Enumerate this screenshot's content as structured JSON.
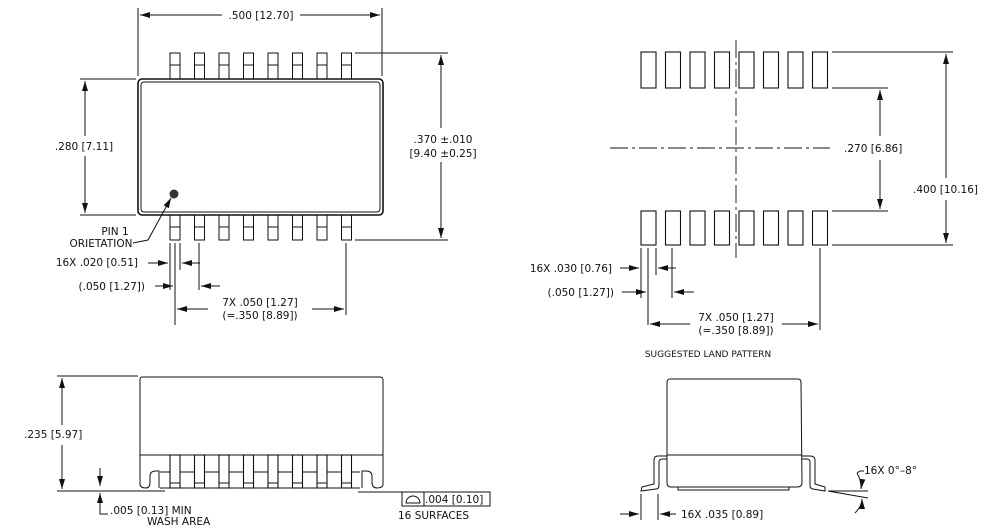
{
  "top_view": {
    "width_dim": ".500 [12.70]",
    "body_height_dim": ".280 [7.11]",
    "overall_dim_line1": ".370 ±.010",
    "overall_dim_line2": "[9.40 ±0.25]",
    "pin1_line1": "PIN 1",
    "pin1_line2": "ORIETATION",
    "lead_width_dim": "16X .020 [0.51]",
    "pitch_ref_dim": "(.050 [1.27])",
    "pitch_total_line1": "7X .050 [1.27]",
    "pitch_total_line2": "(=.350 [8.89])"
  },
  "land_pattern": {
    "inner_dim": ".270 [6.86]",
    "outer_dim": ".400 [10.16]",
    "pad_width_dim": "16X .030 [0.76]",
    "pitch_ref_dim": "(.050 [1.27])",
    "pitch_total_line1": "7X .050 [1.27]",
    "pitch_total_line2": "(=.350 [8.89])",
    "caption": "SUGGESTED LAND PATTERN"
  },
  "side_view": {
    "height_dim": ".235 [5.97]",
    "standoff_line1": ".005 [0.13] MIN",
    "standoff_line2": "WASH AREA",
    "coplanarity_value": ".004 [0.10]",
    "coplanarity_note": "16 SURFACES"
  },
  "end_view": {
    "foot_dim": "16X .035 [0.89]",
    "angle_dim": "16X 0°–8°"
  }
}
